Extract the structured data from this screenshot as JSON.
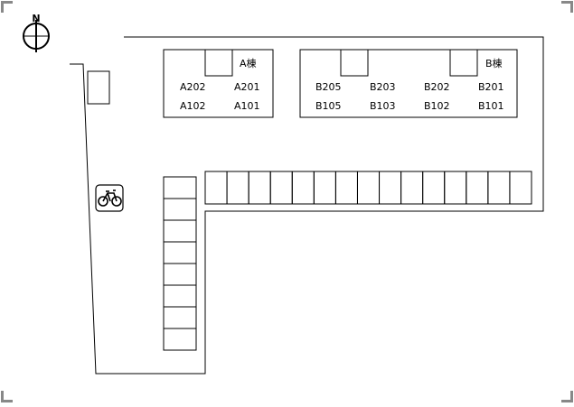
{
  "compass": {
    "label": "N",
    "icon": "north-compass-icon"
  },
  "buildings": [
    {
      "id": "a",
      "name": "A棟",
      "rooms": [
        [
          "A202",
          "A201"
        ],
        [
          "A102",
          "A101"
        ]
      ]
    },
    {
      "id": "b",
      "name": "B棟",
      "rooms": [
        [
          "B205",
          "B203",
          "B202",
          "B201"
        ],
        [
          "B105",
          "B103",
          "B102",
          "B101"
        ]
      ]
    }
  ],
  "parking": {
    "horizontal_spaces": 15,
    "vertical_spaces": 8
  },
  "bicycle_parking": {
    "icon": "bicycle-icon"
  },
  "colors": {
    "line": "#000000",
    "background": "#ffffff"
  }
}
